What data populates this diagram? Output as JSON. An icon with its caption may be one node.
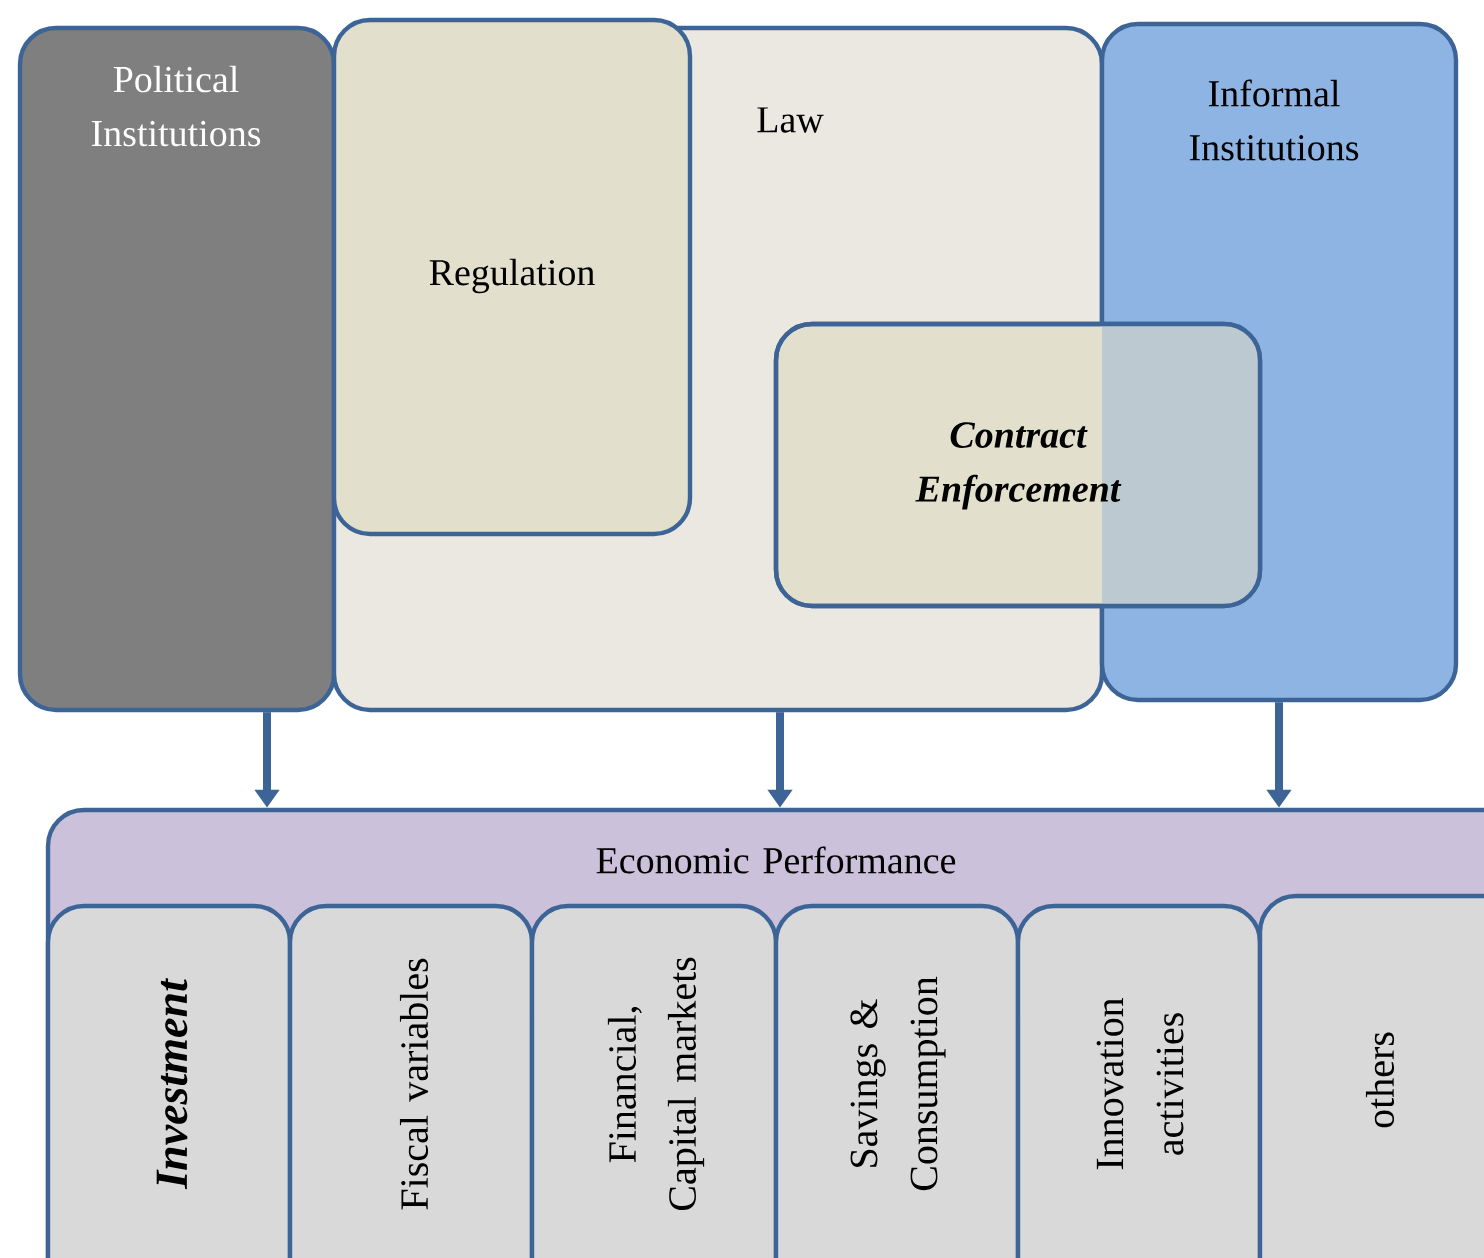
{
  "diagram": {
    "nodes": [
      {
        "text": [
          "Political Institutions"
        ]
      },
      {
        "text": [
          "Law"
        ]
      },
      {
        "text": [
          "Regulation"
        ],
        "in": 1
      },
      {
        "text": [
          "Contract Enforcement"
        ]
      },
      {
        "text": [
          "Informal Institutions"
        ]
      },
      {
        "text": [
          "Economic Performance"
        ]
      },
      {
        "text": [
          "Investment"
        ],
        "in": 5
      },
      {
        "text": [
          "Fiscal variables"
        ],
        "in": 5
      },
      {
        "text": [
          "Financial, Capital markets"
        ],
        "in": 5
      },
      {
        "text": [
          "Savings & Consumption"
        ],
        "in": 5
      },
      {
        "text": [
          "Innovation activities"
        ],
        "in": 5
      },
      {
        "text": [
          "others"
        ],
        "in": 5
      }
    ],
    "edges": [
      {
        "from": 0,
        "to": 5,
        "arrow": "to"
      },
      {
        "from": 1,
        "to": 5,
        "arrow": "to"
      },
      {
        "from": 4,
        "to": 5,
        "arrow": "to"
      }
    ]
  }
}
